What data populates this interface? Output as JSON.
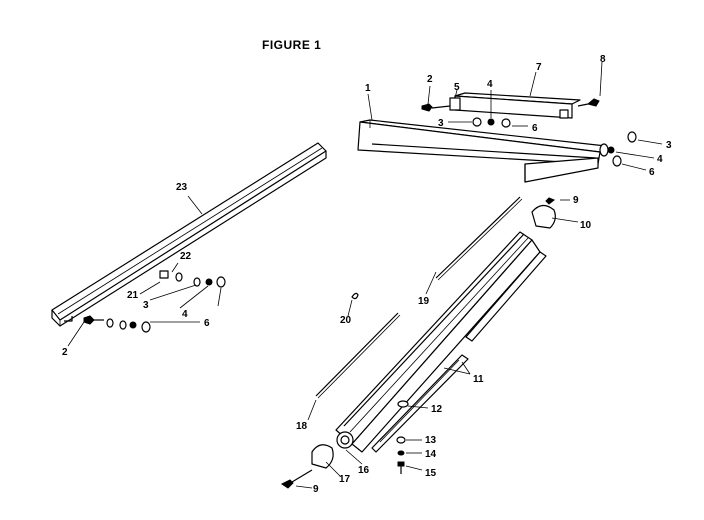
{
  "figure": {
    "title": "FIGURE 1"
  },
  "callouts": {
    "p1": "1",
    "p2a": "2",
    "p2b": "2",
    "p3a": "3",
    "p3b": "3",
    "p3c": "3",
    "p4a": "4",
    "p4b": "4",
    "p4c": "4",
    "p5": "5",
    "p6a": "6",
    "p6b": "6",
    "p6c": "6",
    "p7": "7",
    "p8": "8",
    "p9a": "9",
    "p9b": "9",
    "p10": "10",
    "p11": "11",
    "p12": "12",
    "p13": "13",
    "p14": "14",
    "p15": "15",
    "p16": "16",
    "p17": "17",
    "p18": "18",
    "p19": "19",
    "p20": "20",
    "p21": "21",
    "p22": "22",
    "p23": "23"
  }
}
